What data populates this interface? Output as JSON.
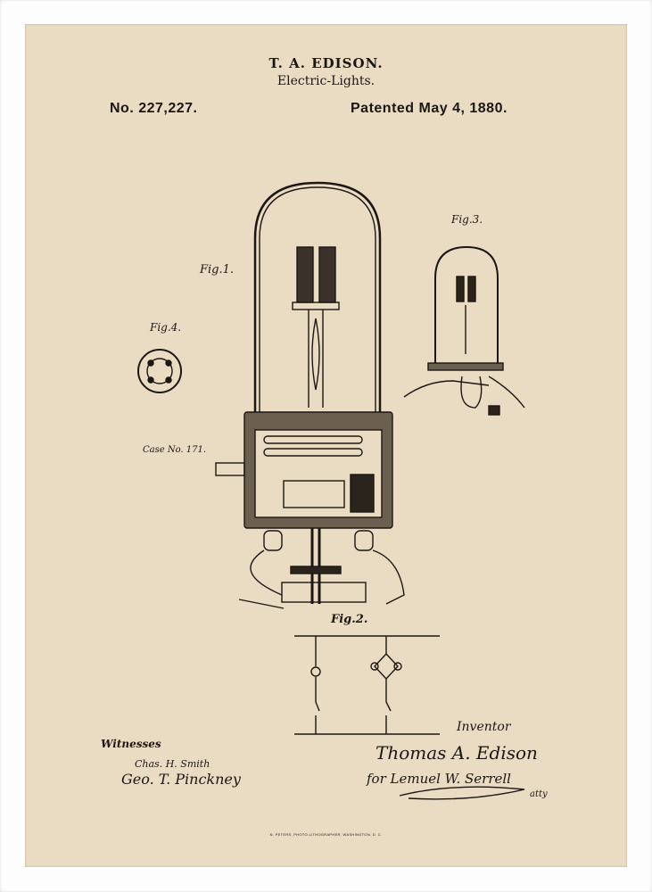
{
  "header": {
    "title": "T. A. EDISON.",
    "subtitle": "Electric-Lights.",
    "patent_number": "No. 227,227.",
    "patent_date": "Patented May 4, 1880."
  },
  "figures": {
    "fig1": "Fig.1.",
    "fig2": "Fig.2.",
    "fig3": "Fig.3.",
    "fig4": "Fig.4.",
    "case": "Case No. 171."
  },
  "signatures": {
    "witnesses_label": "Witnesses",
    "witness1": "Chas. H. Smith",
    "witness2": "Geo. T. Pinckney",
    "inventor_label": "Inventor",
    "inventor": "Thomas A. Edison",
    "attorney": "for Lemuel W. Serrell",
    "attorney_suffix": "atty"
  },
  "footer": "N. PETERS, PHOTO-LITHOGRAPHER, WASHINGTON, D. C.",
  "colors": {
    "paper": "#eadbc3",
    "ink": "#1b1712",
    "frame": "#fdfdfd"
  }
}
